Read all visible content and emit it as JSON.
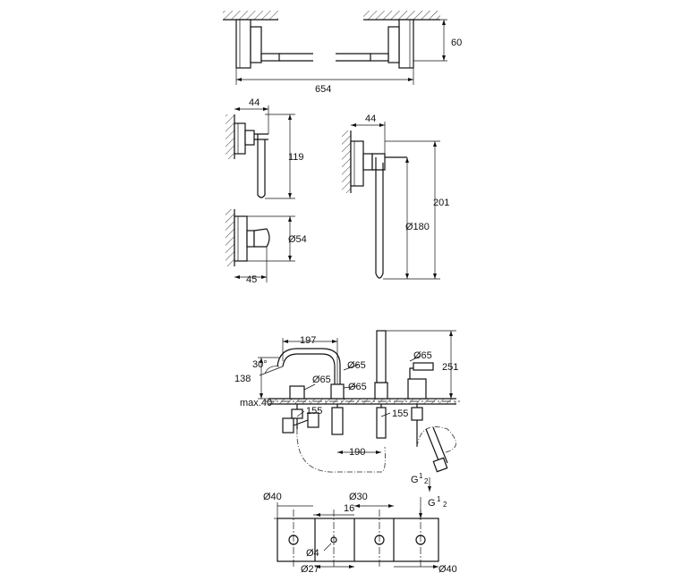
{
  "labels": {
    "d60": "60",
    "d654": "654",
    "d44a": "44",
    "d44b": "44",
    "d119": "119",
    "d201": "201",
    "d180": "Ø180",
    "d54": "Ø54",
    "d45": "45",
    "d197": "197",
    "d30deg": "30°",
    "d138": "138",
    "dmax40": "max.40",
    "d65a": "Ø65",
    "d65b": "Ø65",
    "d65c": "Ø65",
    "d65d": "Ø65",
    "d251": "251",
    "d155a": "155",
    "d155b": "155",
    "d190": "190",
    "g12a_g": "G",
    "g12a_1": "1",
    "g12a_2": "2",
    "g12b_g": "G",
    "g12b_1": "1",
    "g12b_2": "2",
    "d40a": "Ø40",
    "d30": "Ø30",
    "d16": "16",
    "d4": "Ø4",
    "d27": "Ø27",
    "d40b": "Ø40"
  }
}
